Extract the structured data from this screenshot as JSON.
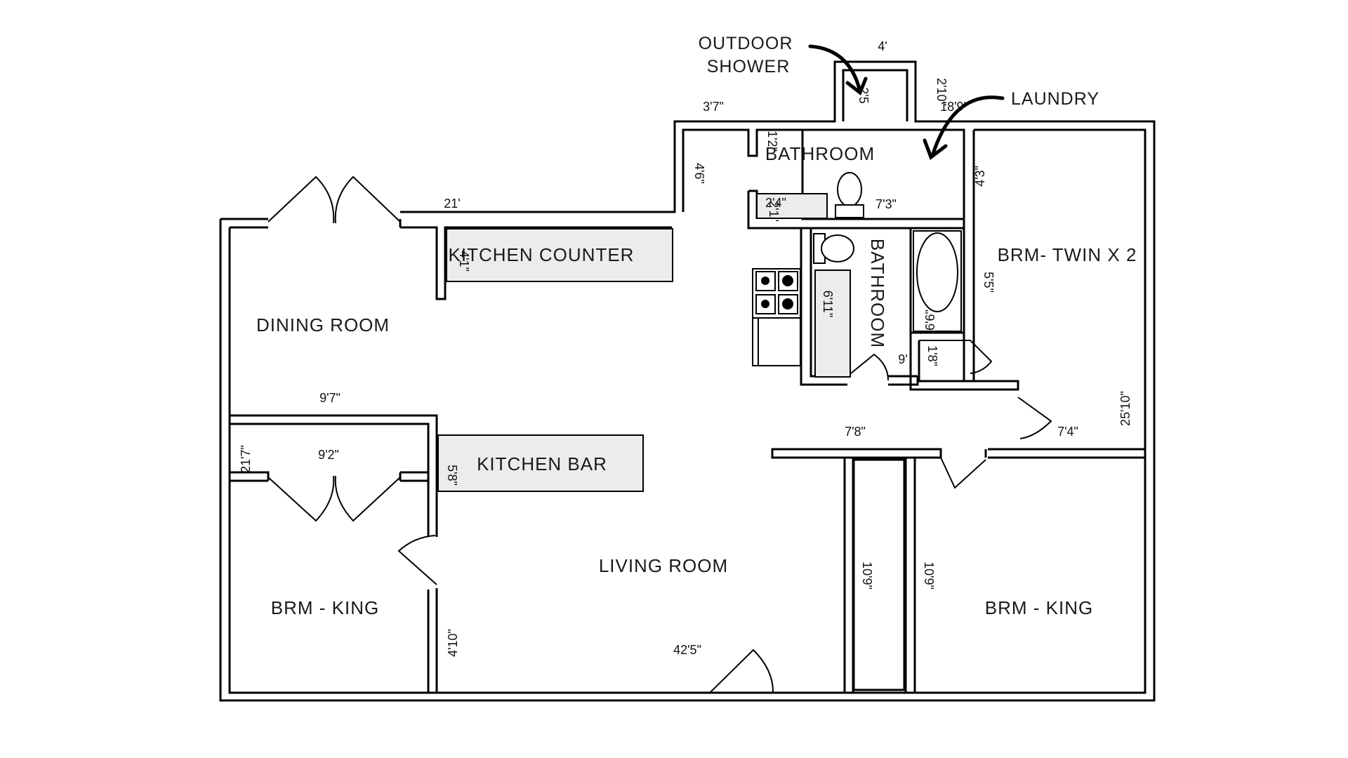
{
  "rooms": {
    "bathroom_top": "BATHROOM",
    "kitchen_counter": "KITCHEN COUNTER",
    "dining_room": "DINING ROOM",
    "bathroom_side": "BATHROOM",
    "brm_twin": "BRM- TWIN X 2",
    "kitchen_bar": "KITCHEN BAR",
    "living_room": "LIVING ROOM",
    "brm_king_left": "BRM - KING",
    "brm_king_right": "BRM - KING"
  },
  "callouts": {
    "outdoor_shower_line1": "OUTDOOR",
    "outdoor_shower_line2": "SHOWER",
    "laundry": "LAUNDRY"
  },
  "dimensions": {
    "d4ft": "4'",
    "d2_5": "2'5",
    "d2_10": "2'10\"",
    "d18_9": "18'9\"",
    "d3_7": "3'7\"",
    "d1_2": "1'2\"",
    "d4_6": "4'6\"",
    "d21": "21'",
    "d4_3": "4'3\"",
    "d2_4": "2'4\"",
    "d7_3": "7'3\"",
    "d2_1": "2'1\"",
    "d4_1": "4'1\"",
    "d5_5": "5'5\"",
    "d6_11": "6'11\"",
    "d6_6": "6'6\"",
    "d9": "9'",
    "d1_8": "1'8\"",
    "d9_7": "9'7\"",
    "d25_10": "25'10\"",
    "d7_8": "7'8\"",
    "d7_4": "7'4\"",
    "d9_2": "9'2\"",
    "d21_7": "21'7\"",
    "d5_8": "5'8\"",
    "d10_9a": "10'9\"",
    "d10_9b": "10'9\"",
    "d4_10": "4'10\"",
    "d42_5": "42'5\""
  }
}
